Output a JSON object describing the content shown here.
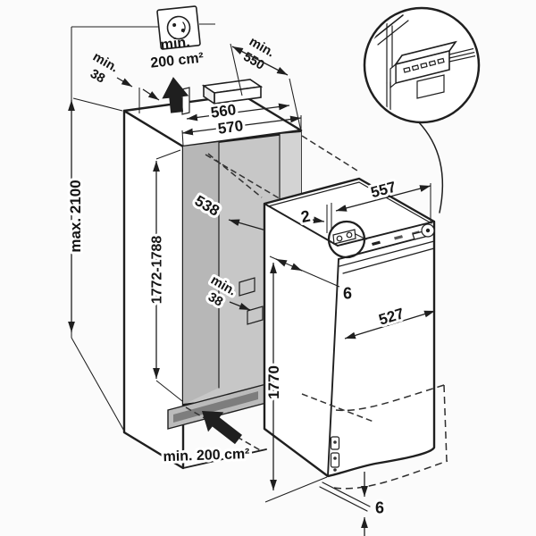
{
  "figure": {
    "type": "appliance-installation-diagram",
    "dimensions": {
      "niche_max_height": "max. 2100",
      "top_rear_gap": {
        "line1": "min.",
        "line2": "38"
      },
      "top_vent_area": {
        "line1": "min.",
        "line2": "200 cm²"
      },
      "niche_depth": {
        "line1": "min.",
        "line2": "550"
      },
      "niche_inner_width": "560",
      "niche_outer_width": "570",
      "niche_clear_width": "538",
      "niche_height_range": "1772-1788",
      "rear_spacer_gap": {
        "line1": "min.",
        "line2": "38"
      },
      "appliance_width": "557",
      "top_edge_gap": "2",
      "upper_side_gap": "6",
      "door_width": "527",
      "appliance_height": "1770",
      "bottom_vent_area": "min. 200 cm²",
      "bottom_door_gap": "6"
    },
    "icons": {
      "power_socket": "power-socket-icon",
      "top_vent_arrow": "thick-up-arrow-icon",
      "bottom_vent_arrow": "thick-diagonal-arrow-icon",
      "detail_magnifier": "magnified-detail-circle"
    },
    "colors": {
      "line": "#1f1f1f",
      "background": "#fbfbfb",
      "niche_interior": "#c7c7c7",
      "niche_interior_shadow": "#b7b7b7",
      "niche_interior_light": "#d3d3d3",
      "plinth": "#bbbbbb",
      "vent_slot": "#7d7d7d"
    }
  }
}
